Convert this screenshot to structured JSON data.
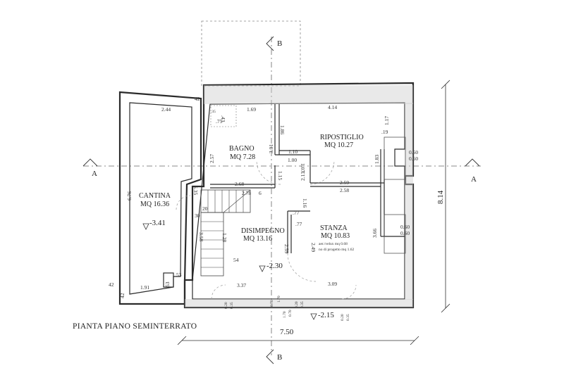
{
  "drawing_title": "PIANTA PIANO SEMINTERRATO",
  "section_markers": {
    "b": "B",
    "a": "A"
  },
  "rooms": {
    "cantina": {
      "name": "CANTINA",
      "area": "MQ 16.36",
      "level": "-3.41"
    },
    "bagno": {
      "name": "BAGNO",
      "area": "MQ 7.28"
    },
    "ripostiglio": {
      "name": "RIPOSTIGLIO",
      "area": "MQ 10.27"
    },
    "disimpegno": {
      "name": "DISIMPEGNO",
      "area": "MQ 13.16",
      "level": "-2.30"
    },
    "stanza": {
      "name": "STANZA",
      "area": "MQ 10.83",
      "note1": "aer./velux mq 0.68",
      "note2": "no di progetto mq 1.62"
    }
  },
  "exterior_level": "-2.15",
  "overall_width": "7.50",
  "overall_depth": "8.14",
  "dimensions": {
    "cantina_top": "2.44",
    "cantina_wall": "42",
    "cantina_left": "6.76",
    "cantina_bottom": "1.91",
    "cantina_left_wall": "42",
    "cantina_bottom_wall": "42",
    "cantina_step1": "53",
    "cantina_step2": "53",
    "bagno_top": "1.69",
    "bagno_left": "2.57",
    "bagno_right": "3.01",
    "bagno_small": ".43",
    "bagno_small2": ".75",
    "bagno_small3": ".35",
    "rip_top": "4.14",
    "rip_right": "1.17",
    "rip_right2": ".19",
    "rip_left": "1.86",
    "rip_low": "1.10",
    "rip_low2": "1.83",
    "rip_door": "1.00",
    "right_w1": "0.60",
    "right_w2": "0.60",
    "right_w3": "0.60",
    "right_w4": "0.60",
    "mid_268": "2.68",
    "mid_278": "2.78",
    "mid_6": "6",
    "mid_115": "1.15",
    "mid_213": "2.13",
    "mid_107": "1.07",
    "stair_635": "6.35",
    "stair_20": "20",
    "stair_30": "30",
    "stair_358": "3.58",
    "stair_128": "1.28",
    "stair_54": "54",
    "stanza_259": "2.59",
    "stanza_258": "2.58",
    "stanza_116": "1.16",
    "stanza_77a": ".77",
    "stanza_77b": ".77",
    "stanza_366": "3.66",
    "dis_259": "2.59",
    "dis_249": "2.49",
    "bottom_337": "3.37",
    "bottom_309": "3.09",
    "bottom_020a": "0.20",
    "bottom_035a": "0.35",
    "bottom_070a": "0.70",
    "bottom_170a": "1.70",
    "bottom_020b": "0.20",
    "bottom_035b": "0.35",
    "bottom_070b": "0.70",
    "bottom_170b": "1.70",
    "bottom_020c": "0.20",
    "bottom_035c": "0.35"
  }
}
